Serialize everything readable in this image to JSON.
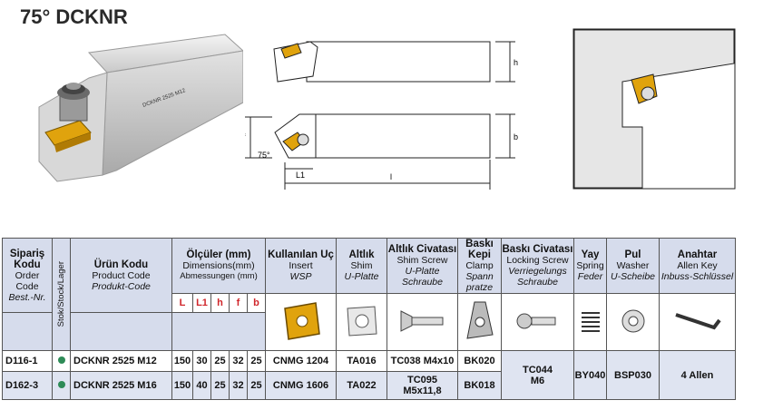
{
  "title": "75° DCKNR",
  "drawing_labels": {
    "angle": "75°",
    "h": "h",
    "f": "f",
    "b": "b",
    "l1": "L1",
    "l": "l",
    "engraving": "DCKNR 2525 M12"
  },
  "table": {
    "order_code": {
      "tr": "Sipariş Kodu",
      "en": "Order Code",
      "de": "Best.-Nr."
    },
    "stock": "Stok/Stock/Lager",
    "product_code": {
      "tr": "Ürün Kodu",
      "en": "Product Code",
      "de": "Produkt-Code"
    },
    "dimensions": {
      "tr": "Ölçüler (mm)",
      "en": "Dimensions(mm)",
      "de": "Abmessungen (mm)"
    },
    "dim_cols": [
      "L",
      "L1",
      "h",
      "f",
      "b"
    ],
    "insert": {
      "tr": "Kullanılan Uç",
      "en": "Insert",
      "de": "WSP"
    },
    "shim": {
      "tr": "Altlık",
      "en": "Shim",
      "de": "U-Platte"
    },
    "shim_screw": {
      "tr": "Altlık Civatası",
      "en": "Shim Screw",
      "de": "U-Platte Schraube"
    },
    "clamp": {
      "tr": "Baskı Kepi",
      "en": "Clamp",
      "de": "Spann pratze"
    },
    "locking_screw": {
      "tr": "Baskı Civatası",
      "en": "Locking Screw",
      "de": "Verriegelungs Schraube"
    },
    "spring": {
      "tr": "Yay",
      "en": "Spring",
      "de": "Feder"
    },
    "washer": {
      "tr": "Pul",
      "en": "Washer",
      "de": "U-Scheibe"
    },
    "key": {
      "tr": "Anahtar",
      "en": "Allen Key",
      "de": "Inbuss-Schlüssel"
    },
    "rows": [
      {
        "order": "D116-1",
        "product": "DCKNR 2525 M12",
        "dims": [
          "150",
          "30",
          "25",
          "32",
          "25"
        ],
        "insert": "CNMG 1204",
        "shim": "TA016",
        "shim_screw": "TC038 M4x10",
        "clamp": "BK020"
      },
      {
        "order": "D162-3",
        "product": "DCKNR 2525 M16",
        "dims": [
          "150",
          "40",
          "25",
          "32",
          "25"
        ],
        "insert": "CNMG 1606",
        "shim": "TA022",
        "shim_screw_1": "TC095",
        "shim_screw_2": "M5x11,8",
        "clamp": "BK018"
      }
    ],
    "shared": {
      "locking_screw_1": "TC044",
      "locking_screw_2": "M6",
      "spring": "BY040",
      "washer": "BSP030",
      "key": "4 Allen"
    },
    "colors": {
      "header_bg": "#d6dcec",
      "row_alt_bg": "#dfe4f1",
      "dim_label": "#d0262b",
      "stock_dot": "#2e8b57"
    }
  }
}
